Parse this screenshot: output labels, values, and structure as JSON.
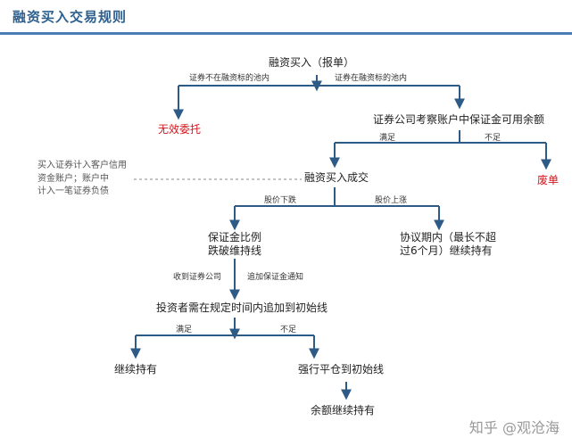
{
  "title": "融资买入交易规则",
  "nodes": {
    "start": "融资买入（报单）",
    "invalid": "无效委托",
    "check": "证券公司考察账户中保证金可用余额",
    "void": "废单",
    "deal": "融资买入成交",
    "ratio_line1": "保证金比例",
    "ratio_line2": "跌破维持线",
    "agreement_line1": "协议期内（最长不超",
    "agreement_line2": "过6个月）继续持有",
    "investor": "投资者需在规定时间内追加到初始线",
    "keep": "继续持有",
    "force": "强行平仓到初始线",
    "rest": "余额继续持有"
  },
  "edges": {
    "not_in_pool": "证券不在融资标的池内",
    "in_pool": "证券在融资标的池内",
    "enough1": "满足",
    "not_enough1": "不足",
    "price_down": "股价下跌",
    "price_up": "股价上涨",
    "notice_from": "收到证券公司",
    "margin_call": "追加保证金通知",
    "enough2": "满足",
    "not_enough2": "不足"
  },
  "side_note": {
    "line1": "买入证券计入客户信用",
    "line2": "资金账户；账户中",
    "line3": "计入一笔证券负债"
  },
  "watermark": "知乎 @观沧海",
  "colors": {
    "line": "#2e5a86",
    "title": "#2d5f8e",
    "red": "#d3141b"
  }
}
